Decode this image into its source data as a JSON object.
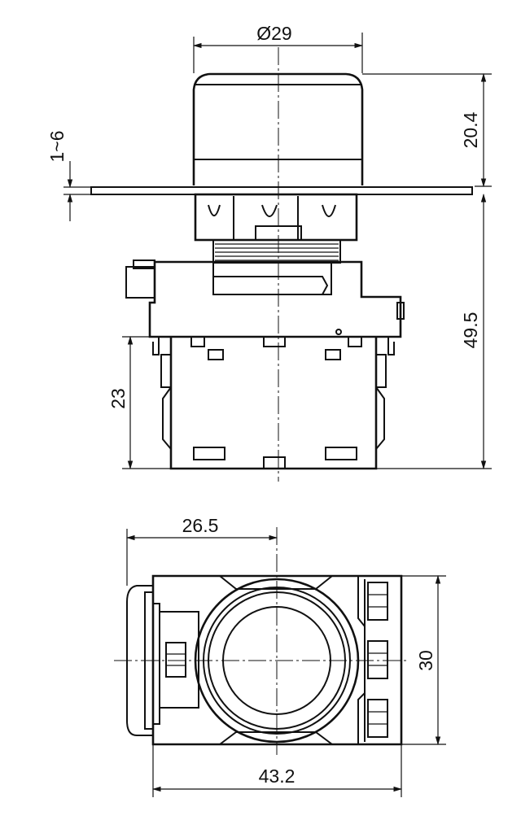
{
  "figure": {
    "side_view": {
      "dimensions": {
        "bezel_diameter": "Ø29",
        "cap_height": "20.4",
        "panel_thickness": "1~6",
        "body_depth": "49.5",
        "contact_block_height": "23"
      }
    },
    "bottom_view": {
      "dimensions": {
        "center_offset": "26.5",
        "width": "30",
        "overall_length": "43.2"
      }
    }
  }
}
